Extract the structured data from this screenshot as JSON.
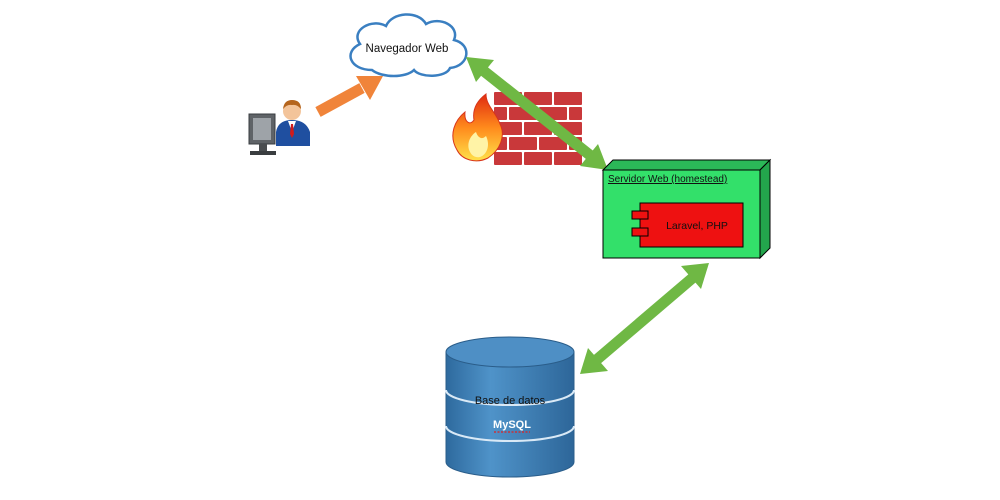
{
  "nodes": {
    "browser": {
      "label": "Navegador Web"
    },
    "server": {
      "title": "Servidor Web (homestead)",
      "component": {
        "label": "Laravel, PHP"
      }
    },
    "database": {
      "label": "Base de datos",
      "engine": "MySQL"
    },
    "user": {
      "icon": "user-at-computer-icon"
    },
    "firewall": {
      "icon": "firewall-icon"
    }
  },
  "connections": [
    {
      "from": "user",
      "to": "browser",
      "style": "one-way",
      "color": "#f0843a"
    },
    {
      "from": "browser",
      "to": "server",
      "style": "two-way",
      "color": "#6fb844"
    },
    {
      "from": "server",
      "to": "database",
      "style": "two-way",
      "color": "#6fb844"
    }
  ],
  "colors": {
    "server_fill": "#33e06a",
    "component_fill": "#ee1111",
    "database_fill": "#3d7fb6",
    "brick": "#c9383a",
    "arrow_green": "#6fb844",
    "arrow_orange": "#f0843a"
  }
}
